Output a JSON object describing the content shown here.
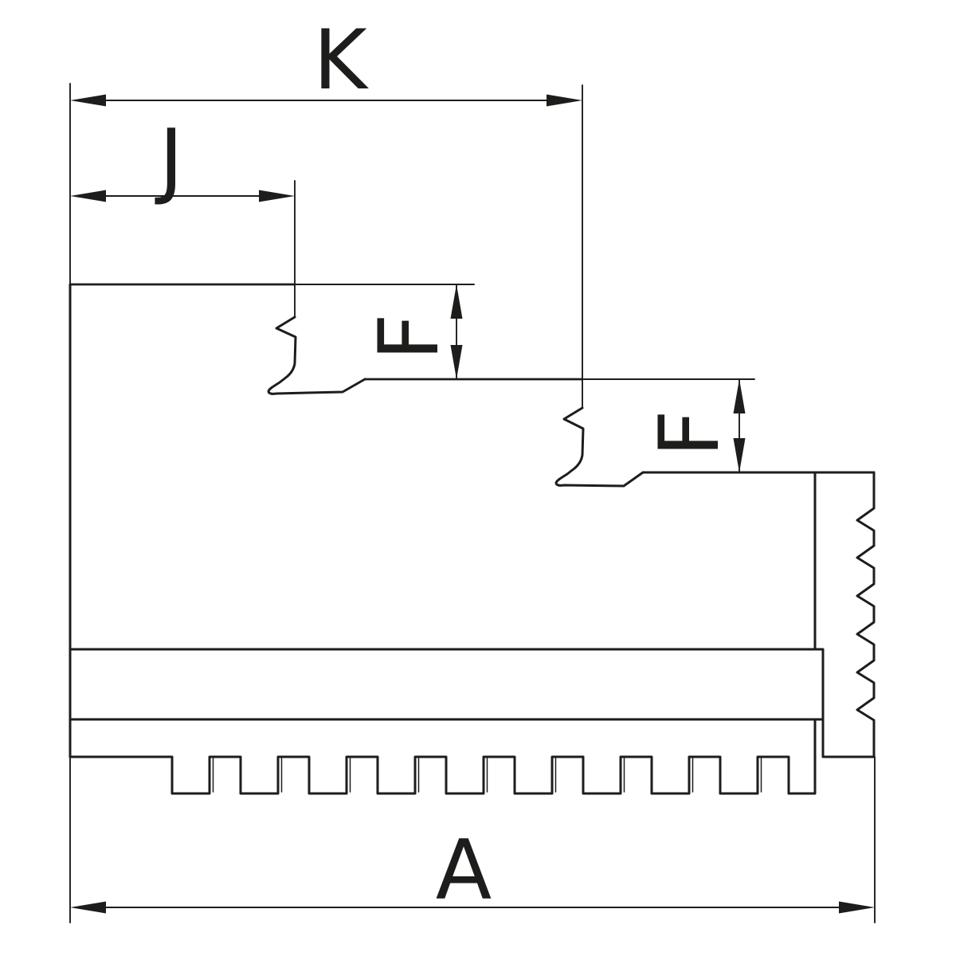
{
  "drawing": {
    "background_color": "#ffffff",
    "ink_color": "#1d1d1b",
    "labels": {
      "k": "K",
      "j": "J",
      "f_upper": "F",
      "f_lower": "F",
      "a": "A"
    }
  }
}
